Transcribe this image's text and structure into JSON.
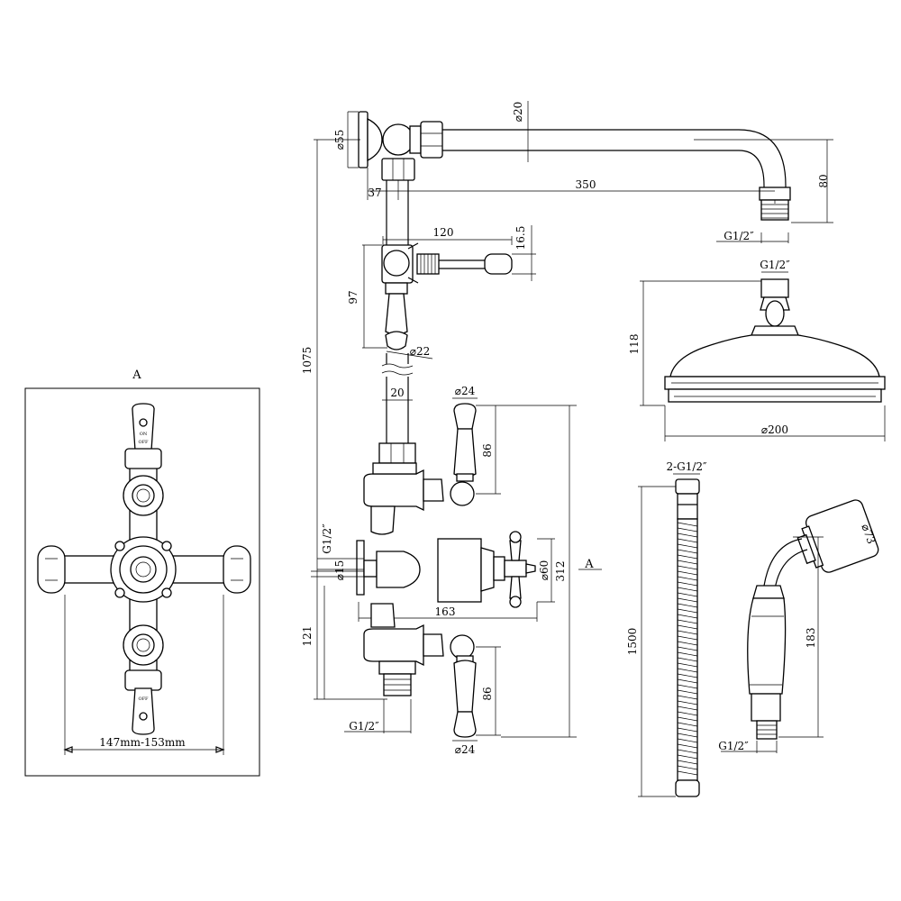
{
  "view_label_left": "A",
  "view_label_right": "A",
  "valve_on_label": "ON",
  "valve_off_label": "OFF",
  "dims": {
    "d55": "⌀55",
    "d20_arm": "⌀20",
    "w37": "37",
    "w350": "350",
    "h80": "80",
    "g_arm": "G1/2″",
    "w120": "120",
    "h16_5": "16.5",
    "h97": "97",
    "d22": "⌀22",
    "h1075": "1075",
    "w20": "20",
    "d24_top": "⌀24",
    "h86_top": "86",
    "g_side": "G1/2″",
    "d15": "⌀15",
    "d60": "⌀60",
    "h312": "312",
    "w163": "163",
    "h121": "121",
    "h86_bot": "86",
    "g_bottom": "G1/2″",
    "d24_bot": "⌀24",
    "spacing": "147mm-153mm",
    "g_head": "G1/2″",
    "h118": "118",
    "d200": "⌀200",
    "g_hose": "2-G1/2″",
    "h1500": "1500",
    "d73": "⌀73",
    "h183": "183",
    "g_hand": "G1/2″"
  }
}
